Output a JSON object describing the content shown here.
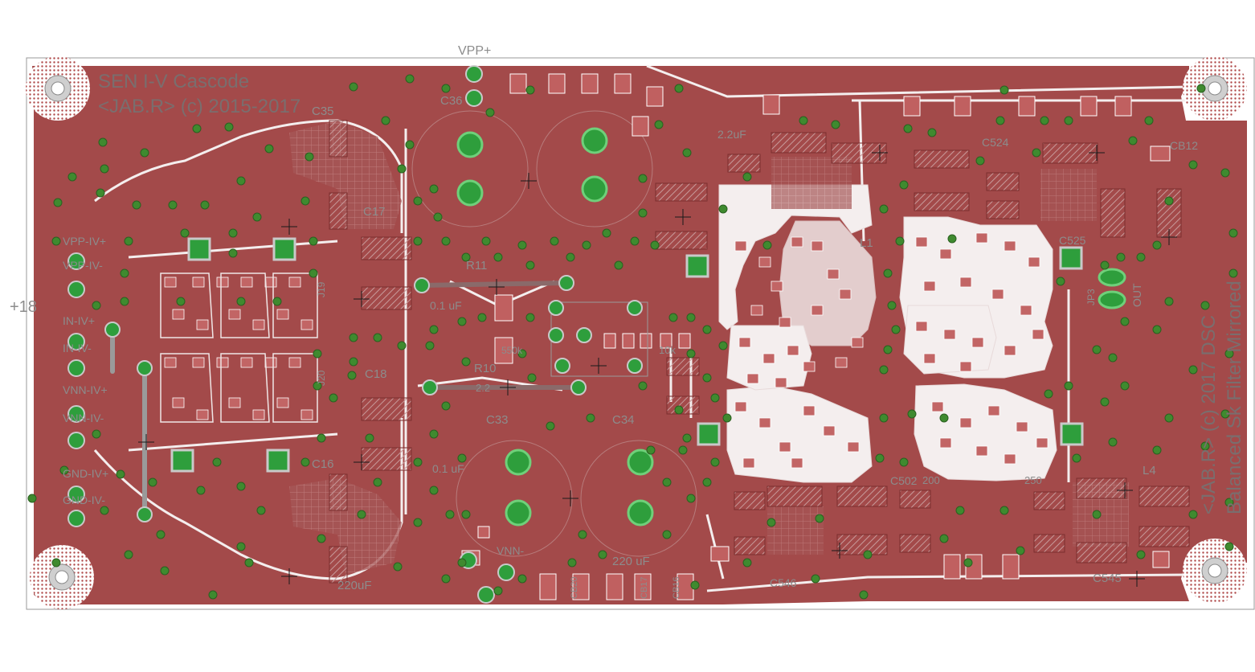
{
  "colors": {
    "background": "#ffffff",
    "board_outline": "#9a9a9a",
    "copper_pour": "#a34a4a",
    "copper_dark": "#8e3b3b",
    "trace_gap": "#f2eded",
    "silkscreen": "#8c8c8c",
    "pad_green": "#2e9e3c",
    "pad_green_light": "#6fd07a",
    "pad_ring": "#c9c9c9",
    "smd_pad": "#c06060",
    "hatch": "#b98a8a",
    "via": "#3f8a2f",
    "mounting_hole": "#c0c0c0"
  },
  "board": {
    "title_line1": "SEN I-V Cascode",
    "title_line2": "<JAB.R> (c) 2015-2017",
    "side_title_line1": "<JAB.R> (c) 2017 DSC",
    "side_title_line2": "Balanced Sk Filter Mirrored",
    "supply_label": "+18"
  },
  "connectors_left": [
    {
      "label": "VPP-IV+"
    },
    {
      "label": "VPP-IV-"
    },
    {
      "label": "IN-IV+"
    },
    {
      "label": "IN-IV-"
    },
    {
      "label": "VNN-IV+"
    },
    {
      "label": "VNN-IV-"
    },
    {
      "label": "GND-IV+"
    },
    {
      "label": "GND-IV-"
    }
  ],
  "component_labels": [
    {
      "text": "VPP+"
    },
    {
      "text": "C35"
    },
    {
      "text": "C36"
    },
    {
      "text": "C17"
    },
    {
      "text": "C18"
    },
    {
      "text": "C16"
    },
    {
      "text": "R11"
    },
    {
      "text": "R10"
    },
    {
      "text": "0.1 uF"
    },
    {
      "text": "0.1 uF"
    },
    {
      "text": "550k"
    },
    {
      "text": "C33"
    },
    {
      "text": "C34"
    },
    {
      "text": "220uF"
    },
    {
      "text": "220 uF"
    },
    {
      "text": "VNN-"
    },
    {
      "text": "2.2uF"
    },
    {
      "text": "C524"
    },
    {
      "text": "C525"
    },
    {
      "text": "CB12"
    },
    {
      "text": "C545"
    },
    {
      "text": "C546"
    },
    {
      "text": "C502"
    },
    {
      "text": "L1"
    },
    {
      "text": "L4"
    },
    {
      "text": "OUT"
    },
    {
      "text": "JP3"
    },
    {
      "text": "J19"
    },
    {
      "text": "J20"
    },
    {
      "text": "CB16"
    },
    {
      "text": "CB17"
    },
    {
      "text": "CB20"
    },
    {
      "text": "10k"
    },
    {
      "text": "2.2"
    },
    {
      "text": "200"
    },
    {
      "text": "250"
    }
  ]
}
